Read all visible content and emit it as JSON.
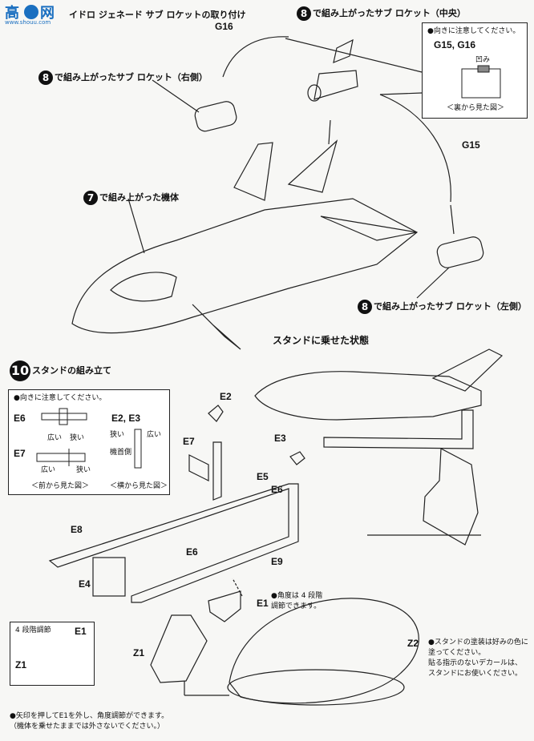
{
  "header": {
    "title": "イドロ ジェネード サブ ロケットの取り付け",
    "watermark_url": "www.shouu.com"
  },
  "step_top": {
    "center_rocket": {
      "num": "8",
      "text": "で組み上がったサブ ロケット（中央）"
    },
    "right_rocket": {
      "num": "8",
      "text": "で組み上がったサブ ロケット（右側）"
    },
    "left_rocket": {
      "num": "8",
      "text": "で組み上がったサブ ロケット（左側）"
    },
    "body": {
      "num": "7",
      "text": "で組み上がった機体"
    },
    "part_g16": "G16",
    "part_g15": "G15",
    "note_box": {
      "title": "●向きに注意してください。",
      "parts": "G15, G16",
      "notch": "凹み",
      "caption": "＜裏から見た図＞"
    }
  },
  "stand_view": {
    "title": "スタンドに乗せた状態"
  },
  "step10": {
    "num": "10",
    "title": "スタンドの組み立て",
    "note_box": {
      "title": "●向きに注意してください。",
      "e6": "E6",
      "e23": "E2, E3",
      "e7": "E7",
      "wide": "広い",
      "narrow": "狭い",
      "nose_side": "機首側",
      "front_caption": "＜前から見た図＞",
      "side_caption": "＜横から見た図＞"
    },
    "parts": {
      "e2": "E2",
      "e3": "E3",
      "e5": "E5",
      "e6a": "E6",
      "e6b": "E6",
      "e7": "E7",
      "e8": "E8",
      "e9": "E9",
      "e4": "E4",
      "e1": "E1",
      "z1": "Z1",
      "z2": "Z2"
    },
    "angle_note": "●角度は 4 段階\n調節できます。",
    "inset": {
      "title": "4 段階調節",
      "e1": "E1",
      "z1": "Z1"
    },
    "stand_paint_note": "●スタンドの塗装は好みの色に\n塗ってください。\n貼る指示のないデカールは、\nスタンドにお使いください。",
    "bottom_note": "●矢印を押してE1を外し、角度調節ができます。\n（機体を乗せたままでは外さないでください。）"
  }
}
